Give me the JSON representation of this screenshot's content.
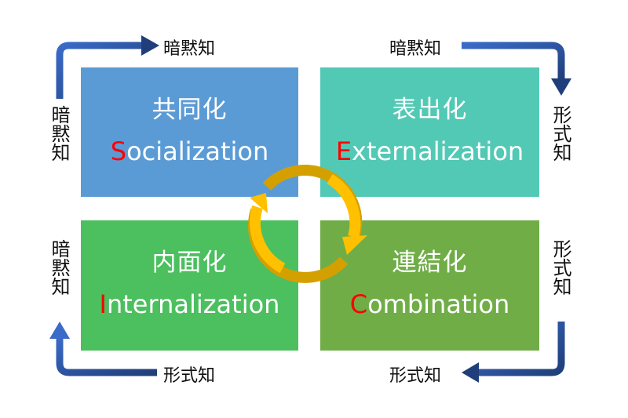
{
  "quadrants": [
    {
      "jp": "共同化",
      "initial": "S",
      "rest": "ocialization",
      "color": "#5B9BD5"
    },
    {
      "jp": "表出化",
      "initial": "E",
      "rest": "xternalization",
      "color": "#52C9B5"
    },
    {
      "jp": "内面化",
      "initial": "I",
      "rest": "nternalization",
      "color": "#4CBF5F"
    },
    {
      "jp": "連結化",
      "initial": "C",
      "rest": "ombination",
      "color": "#70AD47"
    }
  ],
  "labels": {
    "tl_h": "暗黙知",
    "tl_v": "暗黙知",
    "tr_h": "暗黙知",
    "tr_v": "形式知",
    "bl_h": "形式知",
    "bl_v": "暗黙知",
    "br_h": "形式知",
    "br_v": "形式知"
  },
  "colors": {
    "arrow": "#2F5597",
    "cycle_light": "#FFC000",
    "cycle_dark": "#D4A000"
  }
}
